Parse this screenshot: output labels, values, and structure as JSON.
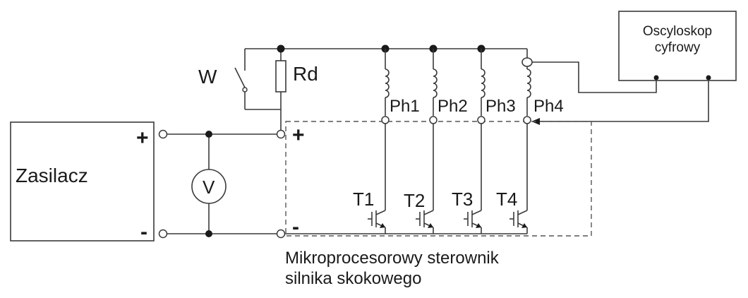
{
  "labels": {
    "psu": "Zasilacz",
    "voltmeter": "V",
    "switch": "W",
    "resistor": "Rd",
    "oscilloscope_line1": "Oscyloskop",
    "oscilloscope_line2": "cyfrowy",
    "psu_plus": "+",
    "psu_minus": "-",
    "drv_plus": "+",
    "drv_minus": "-",
    "driver_line1": "Mikroprocesorowy sterownik",
    "driver_line2": "silnika skokowego"
  },
  "phases": [
    {
      "label": "Ph1",
      "transistor": "T1"
    },
    {
      "label": "Ph2",
      "transistor": "T2"
    },
    {
      "label": "Ph3",
      "transistor": "T3"
    },
    {
      "label": "Ph4",
      "transistor": "T4"
    }
  ]
}
